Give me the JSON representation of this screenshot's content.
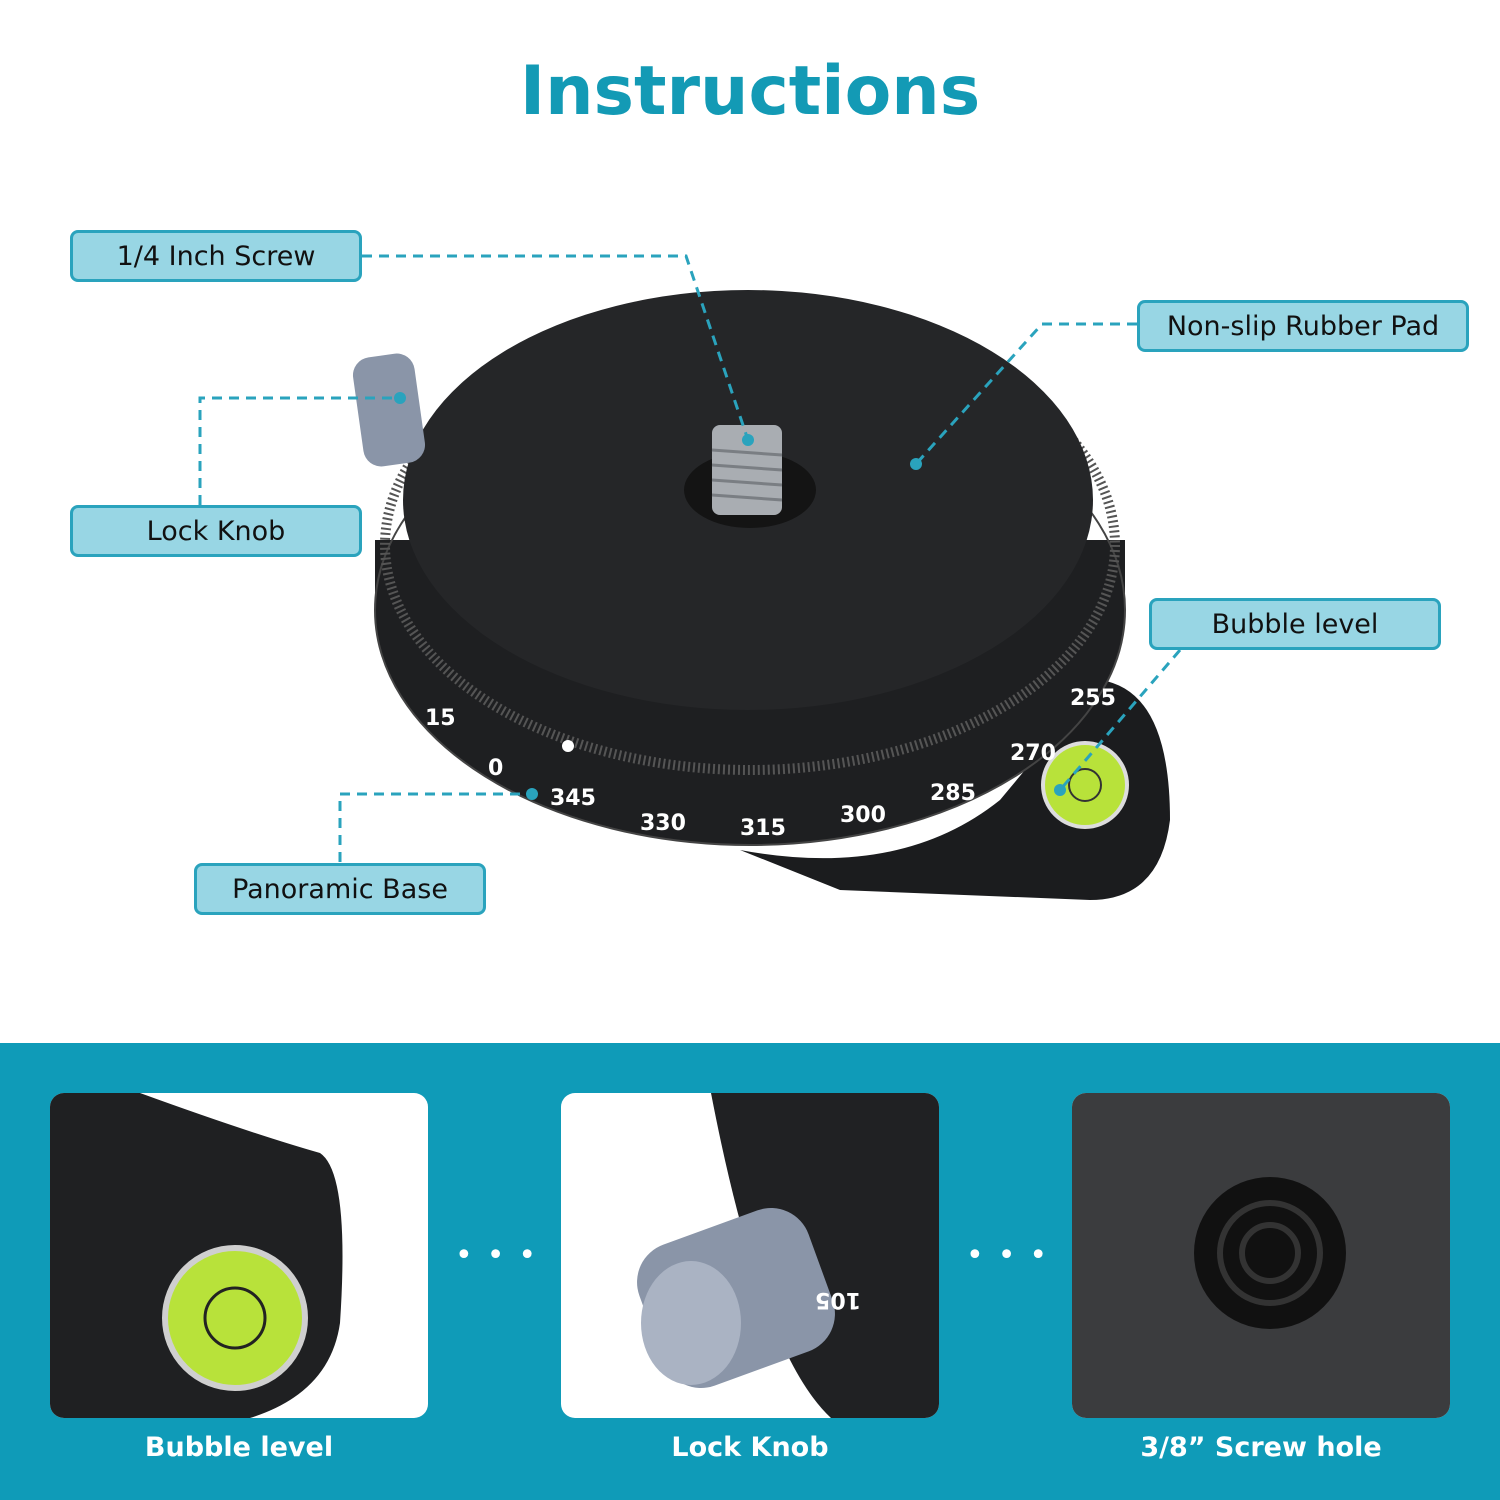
{
  "title": "Instructions",
  "callouts": {
    "screw": "1/4 Inch Screw",
    "pad": "Non-slip Rubber Pad",
    "knob": "Lock Knob",
    "bubble": "Bubble level",
    "base": "Panoramic Base"
  },
  "dial_numbers": [
    "15",
    "0",
    "345",
    "330",
    "315",
    "300",
    "285",
    "270",
    "255"
  ],
  "detail_panels": [
    {
      "caption": "Bubble level"
    },
    {
      "caption": "Lock Knob",
      "dial_text": "105"
    },
    {
      "caption": "3/8” Screw hole"
    }
  ],
  "colors": {
    "accent": "#139ab5",
    "band": "#0f9bb8",
    "callout_fill": "#98d6e4"
  }
}
